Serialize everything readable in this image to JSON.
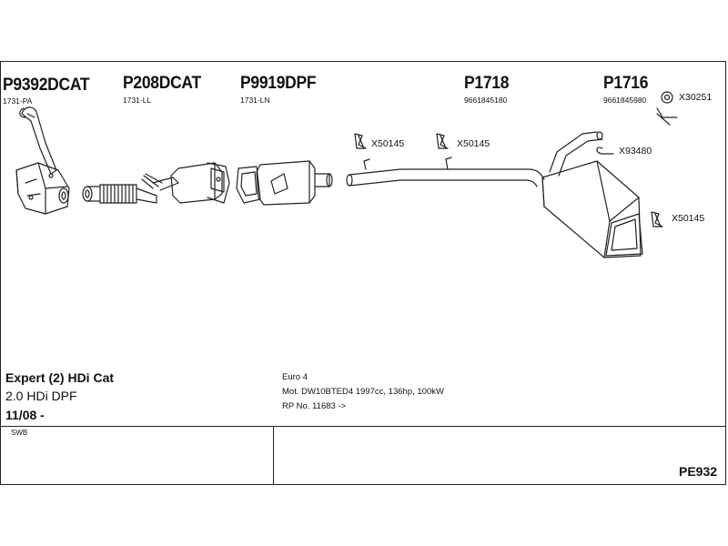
{
  "parts": [
    {
      "code": "P9392DCAT",
      "sub": "1731-PA"
    },
    {
      "code": "P208DCAT",
      "sub": "1731-LL"
    },
    {
      "code": "P9919DPF",
      "sub": "1731-LN"
    },
    {
      "code": "P1718",
      "sub": "9661845180"
    },
    {
      "code": "P1716",
      "sub": "9661845980"
    }
  ],
  "clamps": [
    "X50145",
    "X50145",
    "X30251",
    "X93480",
    "X50145"
  ],
  "vehicle": {
    "model": "Expert (2) HDi Cat",
    "engine": "2.0 HDi DPF",
    "date": "11/08 -",
    "body": "SWB"
  },
  "specs": {
    "euro": "Euro 4",
    "motor": "Mot. DW10BTED4 1997cc, 136hp, 100kW",
    "rp": "RP No. 11683 ->"
  },
  "ref": "PE932"
}
